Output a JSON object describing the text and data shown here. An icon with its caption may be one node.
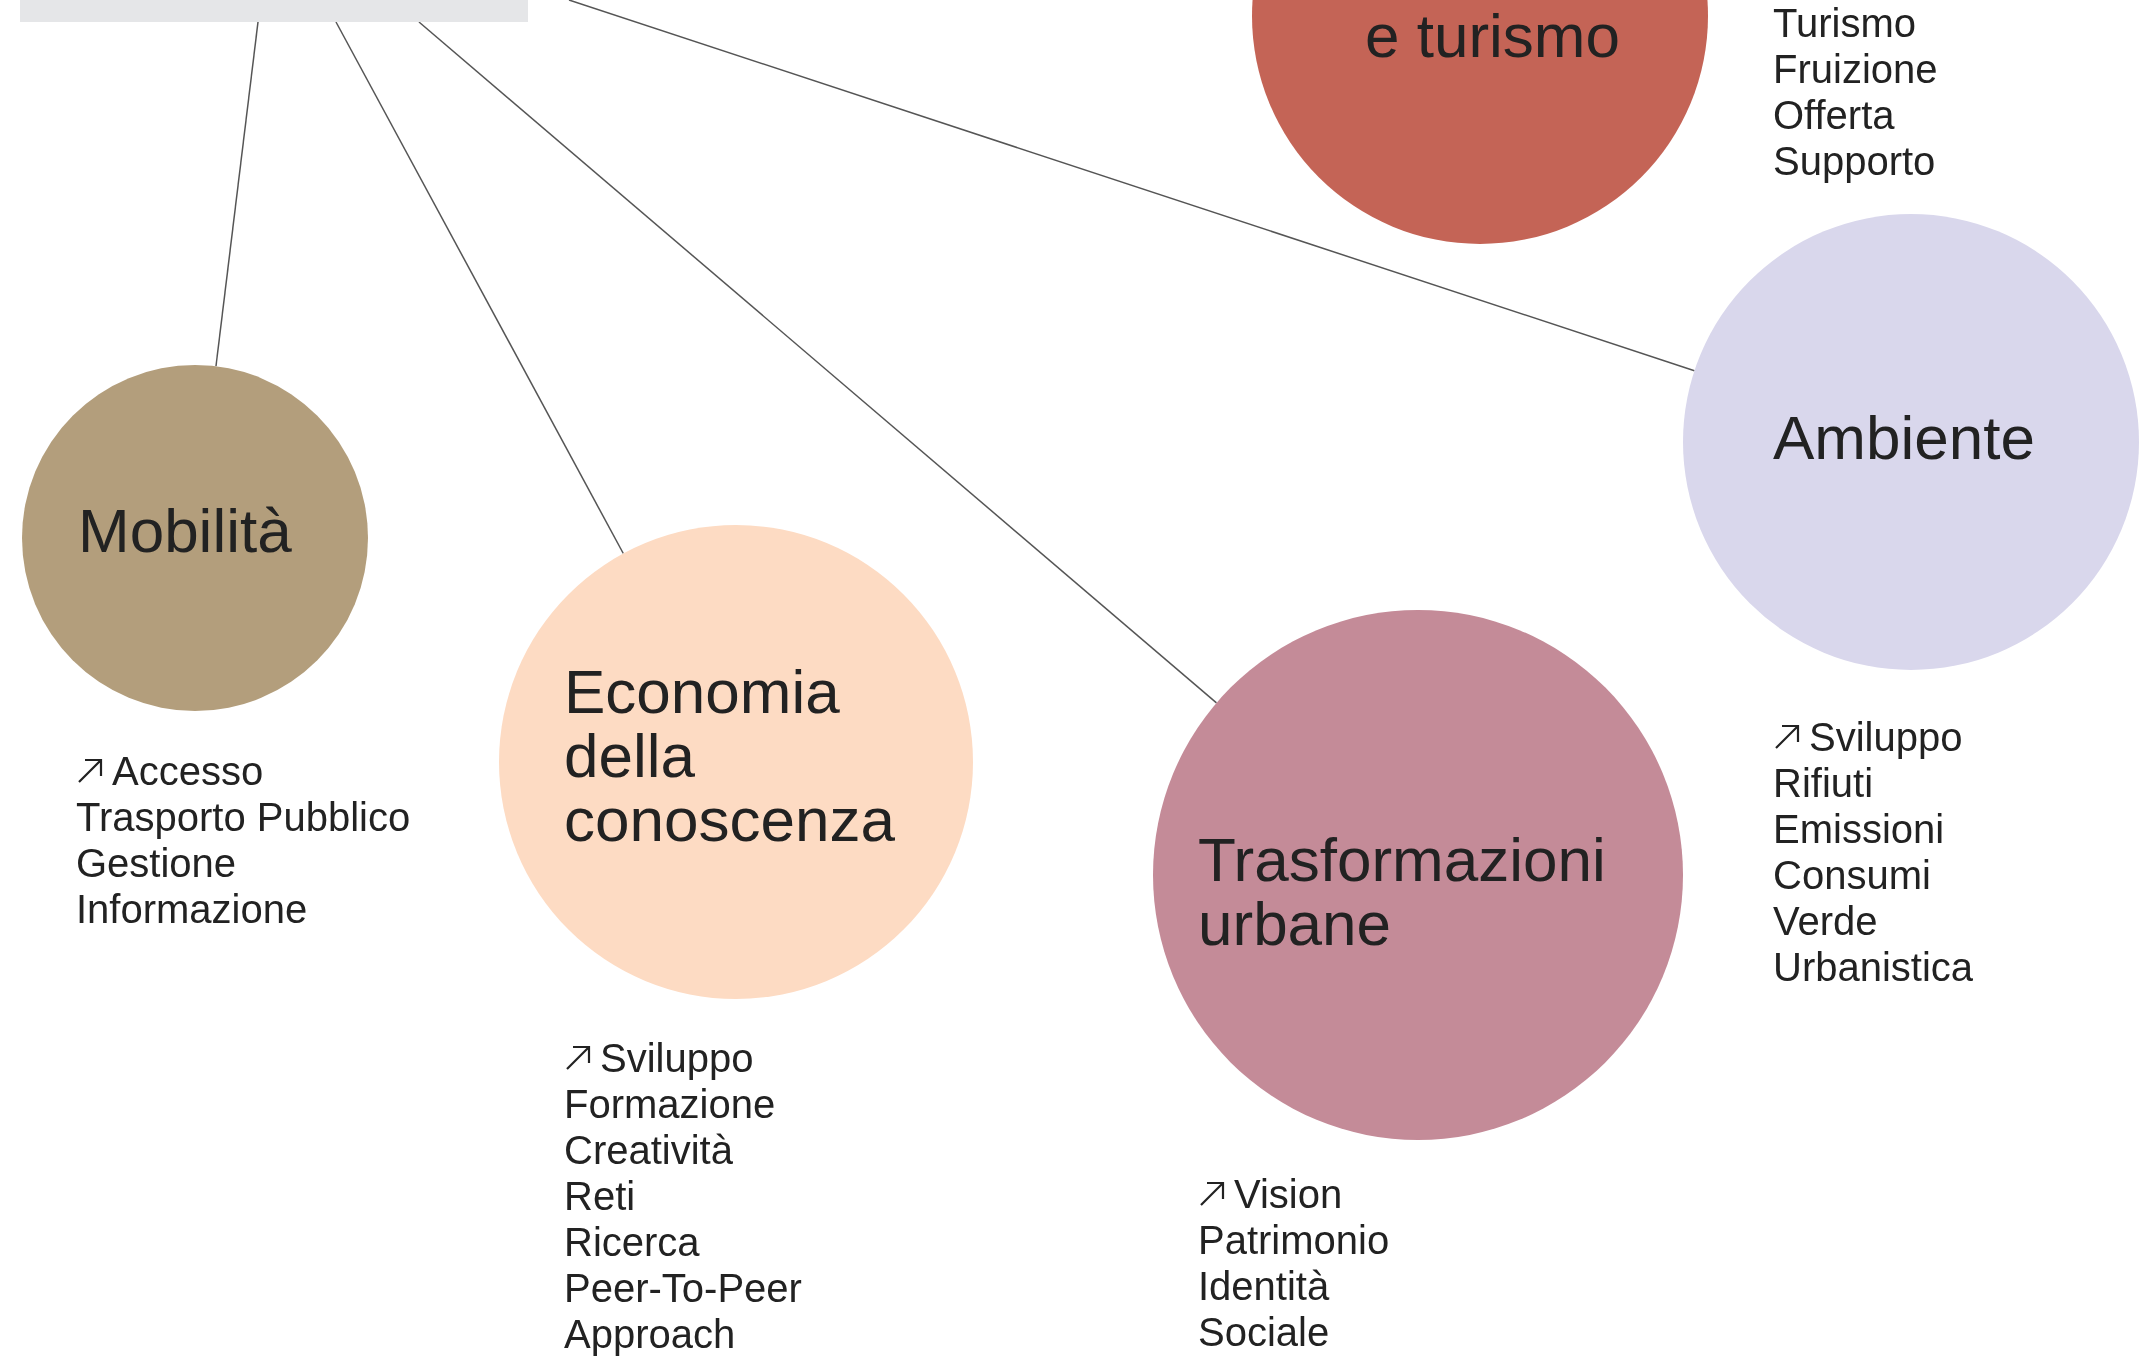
{
  "diagram": {
    "nodes": [
      {
        "text": [],
        "shape": "box"
      },
      {
        "text": [
          "e turismo"
        ],
        "beside": [
          "Turismo",
          "Fruizione",
          "Offerta",
          "Supporto"
        ]
      },
      {
        "text": [
          "Ambiente"
        ],
        "beside": [
          "Sviluppo",
          "Rifiuti",
          "Emissioni",
          "Consumi",
          "Verde",
          "Urbanistica"
        ]
      },
      {
        "text": [
          "Mobilità"
        ],
        "beside": [
          "Accesso",
          "Trasporto Pubblico",
          "Gestione",
          "Informazione"
        ]
      },
      {
        "text": [
          "Economia della conoscenza"
        ],
        "beside": [
          "Sviluppo",
          "Formazione",
          "Creatività",
          "Reti",
          "Ricerca",
          "Peer-To-Peer",
          "Approach"
        ]
      },
      {
        "text": [
          "Trasformazioni urbane"
        ],
        "beside": [
          "Vision",
          "Patrimonio",
          "Identità",
          "Sociale"
        ]
      }
    ],
    "edges": [
      {
        "from": 0,
        "to": 3,
        "arrow": "none"
      },
      {
        "from": 0,
        "to": 4,
        "arrow": "none"
      },
      {
        "from": 0,
        "to": 5,
        "arrow": "none"
      },
      {
        "from": null,
        "to": 2,
        "arrow": "none"
      }
    ]
  }
}
